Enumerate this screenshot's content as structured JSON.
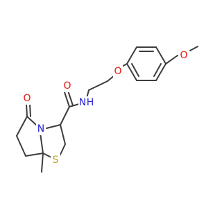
{
  "molecule": {
    "atoms": [
      {
        "symbol": "O",
        "color": "#e8160b"
      },
      {
        "symbol": "O",
        "color": "#e8160b"
      },
      {
        "symbol": "O",
        "color": "#e8160b"
      },
      {
        "symbol": "N",
        "color": "#2a22d6"
      },
      {
        "symbol": "N",
        "color": "#2a22d6"
      },
      {
        "symbol": "H",
        "color": "#2a22d6"
      },
      {
        "symbol": "S",
        "color": "#b5a61f"
      }
    ]
  }
}
